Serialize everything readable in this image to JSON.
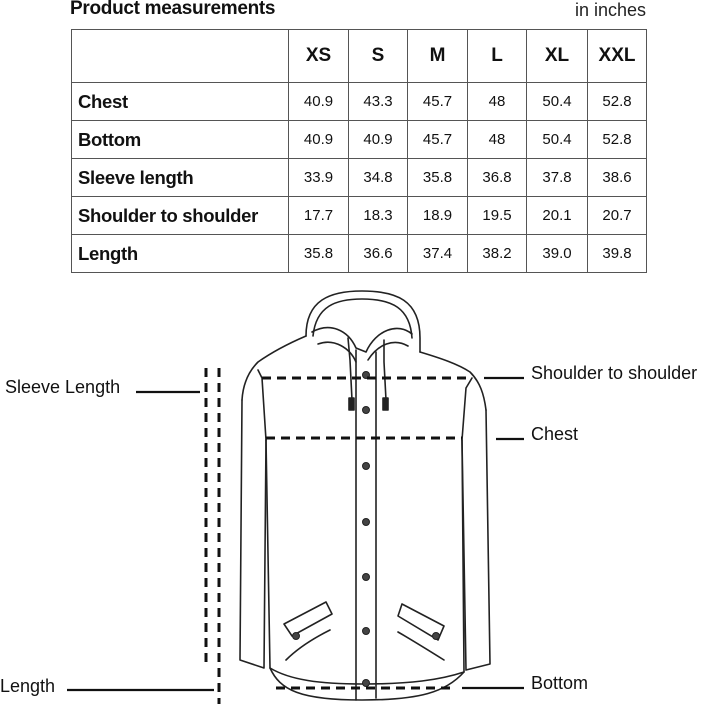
{
  "header": {
    "title": "Product measurements",
    "unit": "in inches"
  },
  "table": {
    "sizes": [
      "XS",
      "S",
      "M",
      "L",
      "XL",
      "XXL"
    ],
    "rows": [
      {
        "label": "Chest",
        "values": [
          "40.9",
          "43.3",
          "45.7",
          "48",
          "50.4",
          "52.8"
        ]
      },
      {
        "label": "Bottom",
        "values": [
          "40.9",
          "40.9",
          "45.7",
          "48",
          "50.4",
          "52.8"
        ]
      },
      {
        "label": "Sleeve length",
        "values": [
          "33.9",
          "34.8",
          "35.8",
          "36.8",
          "37.8",
          "38.6"
        ]
      },
      {
        "label": "Shoulder to shoulder",
        "values": [
          "17.7",
          "18.3",
          "18.9",
          "19.5",
          "20.1",
          "20.7"
        ]
      },
      {
        "label": "Length",
        "values": [
          "35.8",
          "36.6",
          "37.4",
          "38.2",
          "39.0",
          "39.8"
        ]
      }
    ]
  },
  "diagram": {
    "icon": "hooded-jacket-icon",
    "labels": {
      "sleeve_length": "Sleeve Length",
      "length": "Length",
      "shoulder": "Shoulder to shoulder",
      "chest": "Chest",
      "bottom": "Bottom"
    }
  }
}
